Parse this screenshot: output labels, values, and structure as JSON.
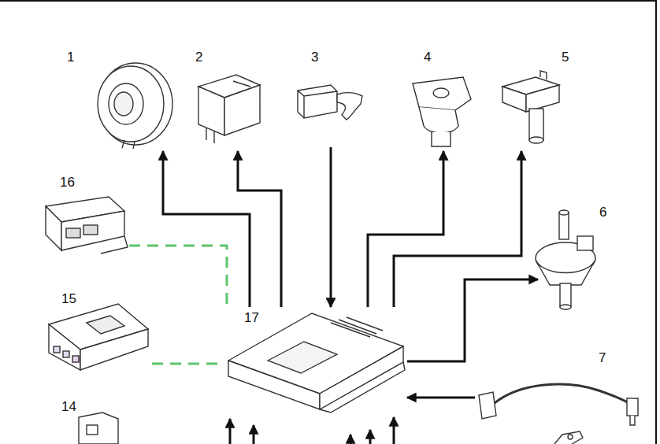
{
  "diagram": {
    "nodes": [
      {
        "text": [
          "1"
        ]
      },
      {
        "text": [
          "2"
        ]
      },
      {
        "text": [
          "3"
        ]
      },
      {
        "text": [
          "4"
        ]
      },
      {
        "text": [
          "5"
        ]
      },
      {
        "text": [
          "16"
        ]
      },
      {
        "text": [
          "6"
        ]
      },
      {
        "text": [
          "15"
        ]
      },
      {
        "text": [
          "17"
        ]
      },
      {
        "text": [
          "7"
        ]
      },
      {
        "text": [
          "14"
        ]
      }
    ],
    "edges": [
      {
        "from": 8,
        "to": 0,
        "arrow": "to"
      },
      {
        "from": 8,
        "to": 1,
        "arrow": "to"
      },
      {
        "from": 2,
        "to": 8,
        "arrow": "to"
      },
      {
        "from": 8,
        "to": 3,
        "arrow": "to"
      },
      {
        "from": 8,
        "to": 4,
        "arrow": "to"
      },
      {
        "from": 8,
        "to": 6,
        "arrow": "to"
      },
      {
        "from": 9,
        "to": 8,
        "arrow": "to"
      },
      {
        "from": 5,
        "to": 8,
        "arrow": "none"
      },
      {
        "from": 7,
        "to": 8,
        "arrow": "none"
      }
    ]
  }
}
